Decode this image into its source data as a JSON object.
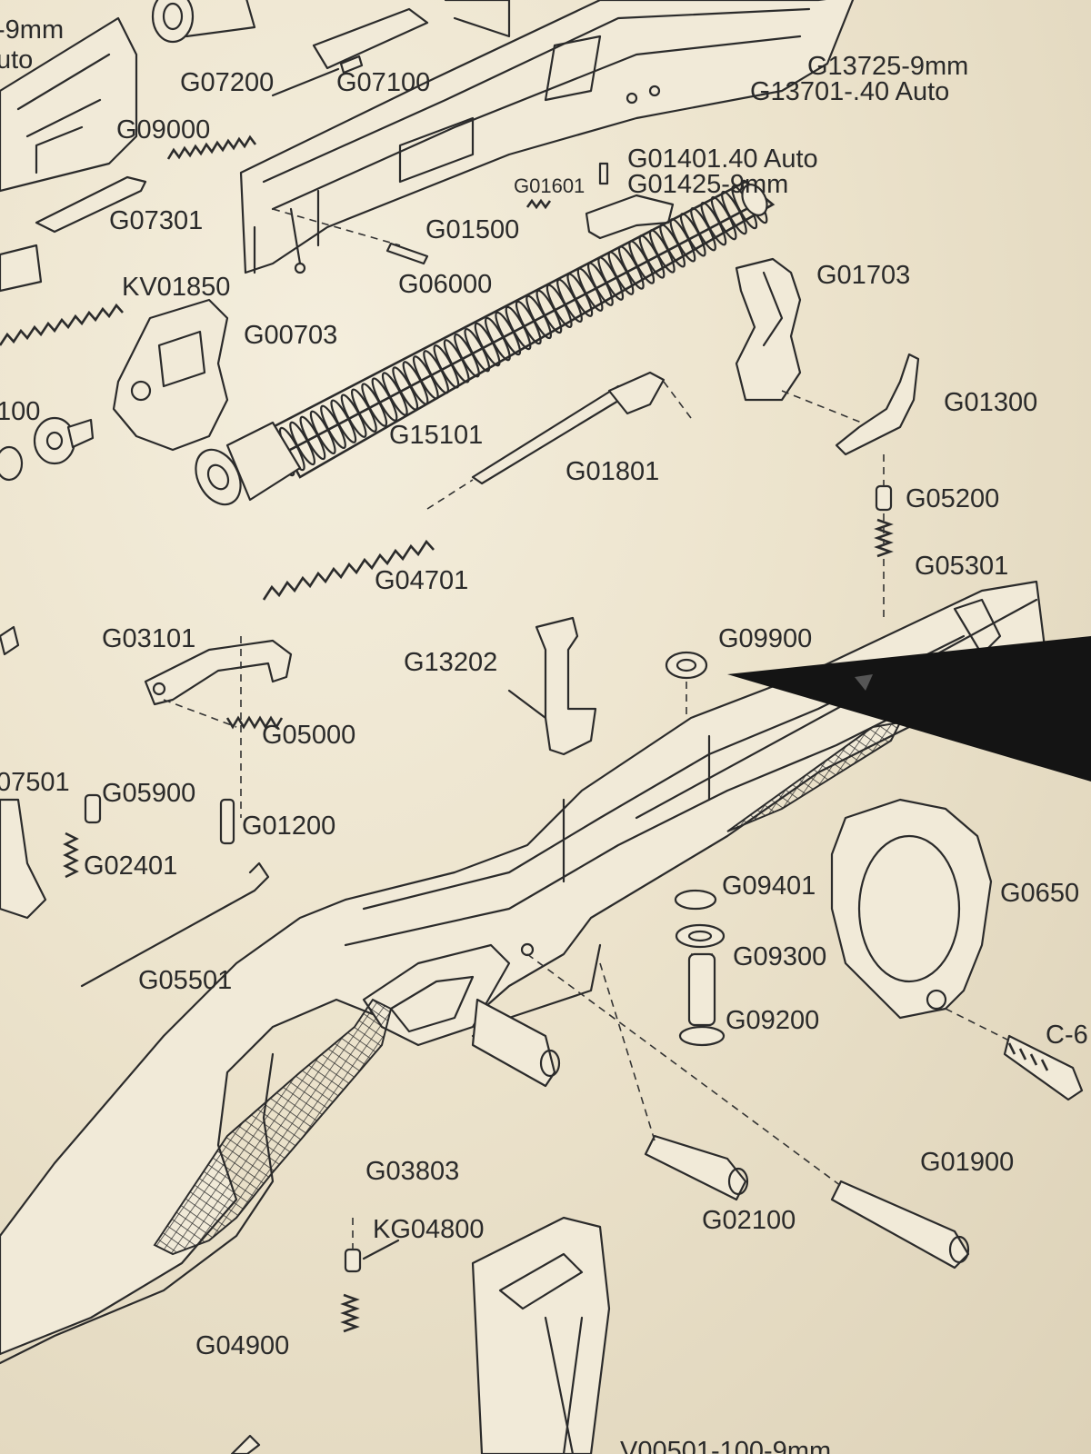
{
  "labels": {
    "tl_9mm": "-9mm",
    "tl_auto": "uto",
    "g07200": "G07200",
    "g07100": "G07100",
    "g13725": "G13725-9mm",
    "g13701": "G13701-.40 Auto",
    "g09000": "G09000",
    "g01401": "G01401.40 Auto",
    "g01425": "G01425-9mm",
    "g01601": "G01601",
    "g07301": "G07301",
    "g01500": "G01500",
    "kv01850": "KV01850",
    "g06000": "G06000",
    "g01703": "G01703",
    "g00703": "G00703",
    "p100": "100",
    "g01300": "G01300",
    "g15101": "G15101",
    "g01801": "G01801",
    "g05200": "G05200",
    "g04701": "G04701",
    "g05301": "G05301",
    "g03101": "G03101",
    "g13202": "G13202",
    "g09900": "G09900",
    "g05000": "G05000",
    "p07501": "07501",
    "g05900": "G05900",
    "g01200": "G01200",
    "g02401": "G02401",
    "g09401": "G09401",
    "g0650": "G0650",
    "g09300": "G09300",
    "g05501": "G05501",
    "g09200": "G09200",
    "c6": "C-6",
    "g01900": "G01900",
    "g03803": "G03803",
    "g02100": "G02100",
    "kg04800": "KG04800",
    "g04900": "G04900",
    "v00501": "V00501-100-9mm"
  },
  "colors": {
    "paper": "#ece3cc",
    "ink": "#2b2b2b",
    "pencil": "#141414"
  }
}
